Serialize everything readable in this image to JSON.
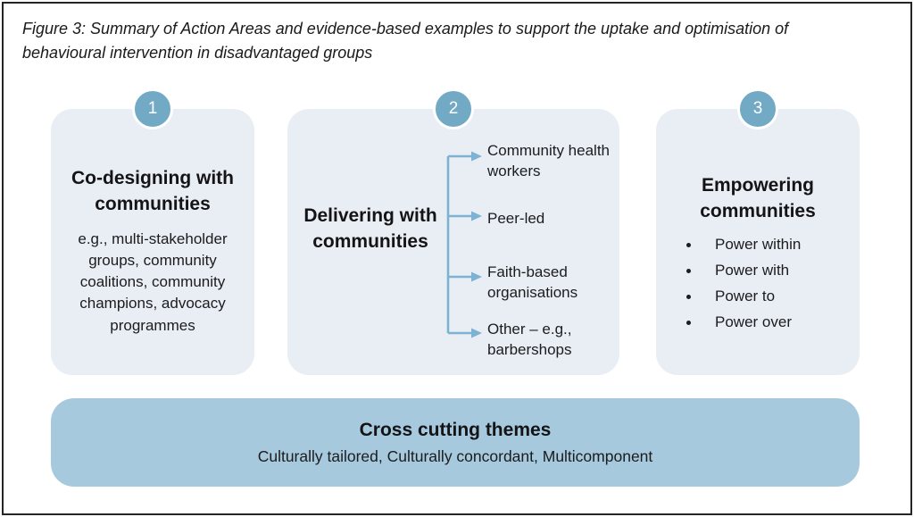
{
  "figure": {
    "caption": "Figure 3: Summary of Action Areas and evidence-based examples to support the uptake and optimisation of behavioural intervention in disadvantaged groups"
  },
  "action_areas": [
    {
      "number": "1",
      "title": "Co-designing with communities",
      "description": "e.g., multi-stakeholder groups, community coalitions, community champions, advocacy programmes"
    },
    {
      "number": "2",
      "title": "Delivering with communities",
      "examples": [
        "Community health workers",
        "Peer-led",
        "Faith-based organisations",
        "Other – e.g., barbershops"
      ]
    },
    {
      "number": "3",
      "title": "Empowering communities",
      "bullets": [
        "Power within",
        "Power with",
        "Power to",
        "Power over"
      ]
    }
  ],
  "cross_cutting": {
    "title": "Cross cutting themes",
    "items": "Culturally tailored, Culturally concordant, Multicomponent"
  },
  "colors": {
    "card_background": "#e8eef4",
    "badge_blue": "#72a9c5",
    "arrow_blue": "#7db2d2",
    "bar_blue": "#a6c9dd",
    "text": "#1c1c1e",
    "frame_border": "#252525"
  }
}
